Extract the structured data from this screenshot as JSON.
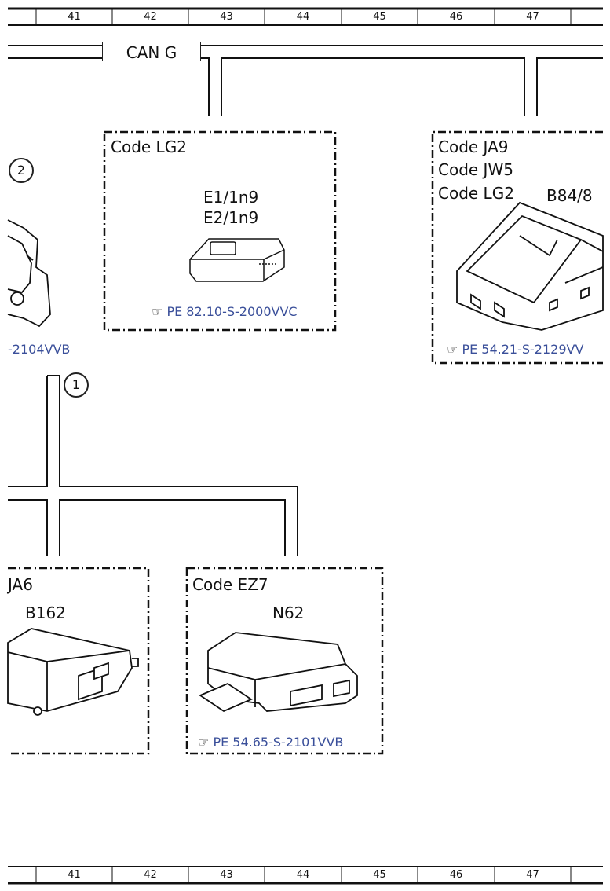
{
  "ruler_top": [
    "41",
    "42",
    "43",
    "44",
    "45",
    "46",
    "47"
  ],
  "ruler_bottom": [
    "41",
    "42",
    "43",
    "44",
    "45",
    "46",
    "47"
  ],
  "bus_label": "CAN G",
  "callouts": {
    "c1": "1",
    "c2": "2"
  },
  "left_ref": "-2104VVB",
  "box_lg2": {
    "code": "Code LG2",
    "part1": "E1/1n9",
    "part2": "E2/1n9",
    "ref": "PE 82.10-S-2000VVC"
  },
  "box_b84": {
    "code1": "Code JA9",
    "code2": "Code JW5",
    "code3": "Code LG2",
    "part": "B84/8",
    "ref": "PE 54.21-S-2129VV"
  },
  "box_b162": {
    "code": "JA6",
    "part": "B162"
  },
  "box_n62": {
    "code": "Code EZ7",
    "part": "N62",
    "ref": "PE 54.65-S-2101VVB"
  },
  "icons": {
    "ref_hand": "pointing-hand-icon"
  }
}
